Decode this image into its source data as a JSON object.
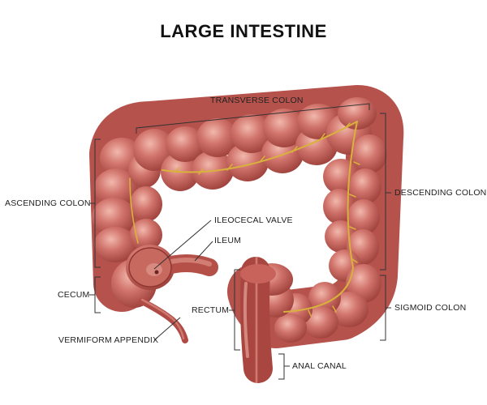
{
  "title": "LARGE INTESTINE",
  "labels": {
    "transverse_colon": "TRANSVERSE COLON",
    "ascending_colon": "ASCENDING COLON",
    "descending_colon": "DESCENDING COLON",
    "ileocecal_valve": "ILEOCECAL VALVE",
    "ileum": "ILEUM",
    "cecum": "CECUM",
    "rectum": "RECTUM",
    "sigmoid_colon": "SIGMOID COLON",
    "vermiform_appendix": "VERMIFORM APPENDIX",
    "anal_canal": "ANAL CANAL"
  },
  "colors": {
    "tissue": "#c9625d",
    "tissue_dark": "#9a3b37",
    "tissue_light": "#e49a90",
    "vessel": "#d8b23a",
    "line": "#333333"
  }
}
